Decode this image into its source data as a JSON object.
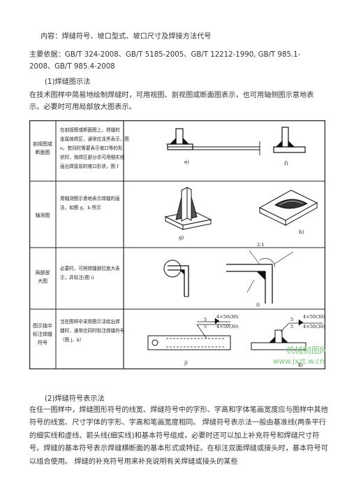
{
  "content_line": "内容：焊缝符号、坡口型式、坡口尺寸及焊接方法代号",
  "basis_line": "主要依据：GB/T 324-2008、GB/T 5185-2005、GB/T 12212-1990, GB/T 985.1-2008、GB/T 985.4-2008",
  "section1_title": "(1)焊缝图示法",
  "section1_intro": "在技术图样中简易地绘制焊缝时，可用视图、剖视图或断面图表示，也可用轴侧图示意地表示。必要时可用局部放大图表示。",
  "table": {
    "rows": [
      {
        "label_lines": [
          "剖视图或",
          "断面图"
        ],
        "desc_lines": [
          "在剖视图或断面图上，焊缝的",
          "金属熔焊区，通常应涂黑表示，图",
          "e。若同时需要表示坡口等的形",
          "状时，熔焊区部分亦可用细实线",
          "画出焊接前的坡口形状，图 f"
        ],
        "fig_letters": [
          "e)",
          "f)"
        ]
      },
      {
        "label_lines": [
          "轴测图"
        ],
        "desc_lines": [
          "用轴测图示意地表示焊缝的画",
          "法，如图 g、h 所示"
        ],
        "fig_letters": [
          "g)",
          "h)"
        ]
      },
      {
        "label_lines": [
          "局部放",
          "大图"
        ],
        "desc_lines": [
          "必要时，可将焊缝部位放大表",
          "示，并标注(图 i)"
        ],
        "fig_letters": [
          "i)"
        ],
        "scale": "2:1"
      },
      {
        "label_lines": [
          "图示独中",
          "标注焊缝",
          "符号"
        ],
        "desc_lines": [
          "当在图样中采用图示法绘出焊",
          "缝时，通常应同时标注焊缝符号",
          "（图 j、k）"
        ],
        "fig_letters": [
          "j)",
          "k)"
        ],
        "symbol_j": [
          "5",
          "5",
          "4×50(30)",
          "4×50(30)"
        ],
        "symbol_k": [
          "5",
          "5",
          "4×50(30)",
          "4×50(30)"
        ]
      }
    ]
  },
  "watermark": {
    "line1": "机械制图网",
    "line2": "www.jxzt.w.cn",
    "color": "#7cc47c"
  },
  "section2_title": "(2)焊缝符号表示法",
  "section2_intro": "在任一图样中，焊缝图形符号的线宽、焊缝符号中的字形、字高和字体笔画宽度应与图样中其他符号的线宽、尺寸字体的字形、字高和笔画宽度相同。 焊缝符号表示法一般由基准线(两条平行的细实线和虚线、箭头线(细实线)和基本符号组成，必要时还可以加上补充符号和焊缝尺寸符号。焊缝的基本符号表示焊缝横断面的基本形式或特征。在标注双面焊缝或接头时，基本符号可以组合使用。 焊缝的补充符号用来补充说明有关焊缝或接头的某些"
}
